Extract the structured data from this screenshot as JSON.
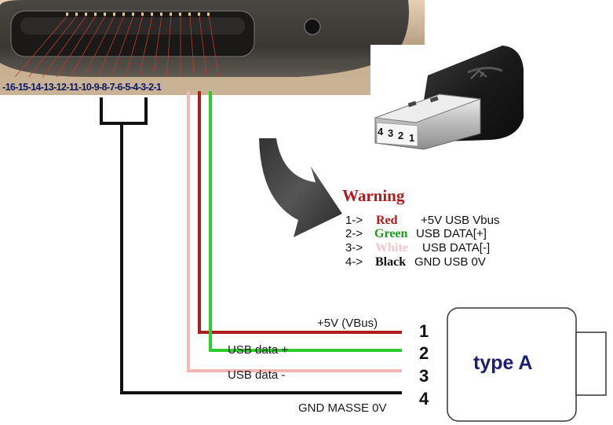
{
  "device_connector": {
    "pin_strip_text": "-16-15-14-13-12-11-10-9-8-7-6-5-4-3-2-1"
  },
  "usb_plug": {
    "pin_labels": [
      "4",
      "3",
      "2",
      "1"
    ]
  },
  "warning": {
    "title": "Warning",
    "title_color": "#b01c1c",
    "lines": [
      {
        "prefix": "1->",
        "color_name": "Red",
        "color": "#b01c1c",
        "description": "+5V USB Vbus"
      },
      {
        "prefix": "2->",
        "color_name": "Green",
        "color": "#1f9a1f",
        "description": "USB DATA[+]"
      },
      {
        "prefix": "3->",
        "color_name": "White",
        "color": "#f0c8cc",
        "description": "USB DATA[-]"
      },
      {
        "prefix": "4->",
        "color_name": "Black",
        "color": "#111111",
        "description": "GND  USB 0V"
      }
    ]
  },
  "wires": [
    {
      "pin": "1",
      "label": "+5V (VBus)",
      "color": "#b01c1c"
    },
    {
      "pin": "2",
      "label": "USB data +",
      "color": "#2ecc2e"
    },
    {
      "pin": "3",
      "label": "USB data -",
      "color": "#f2b8b8"
    },
    {
      "pin": "4",
      "label": "GND MASSE 0V",
      "color": "#111111"
    }
  ],
  "connector_box": {
    "label": "type A"
  }
}
